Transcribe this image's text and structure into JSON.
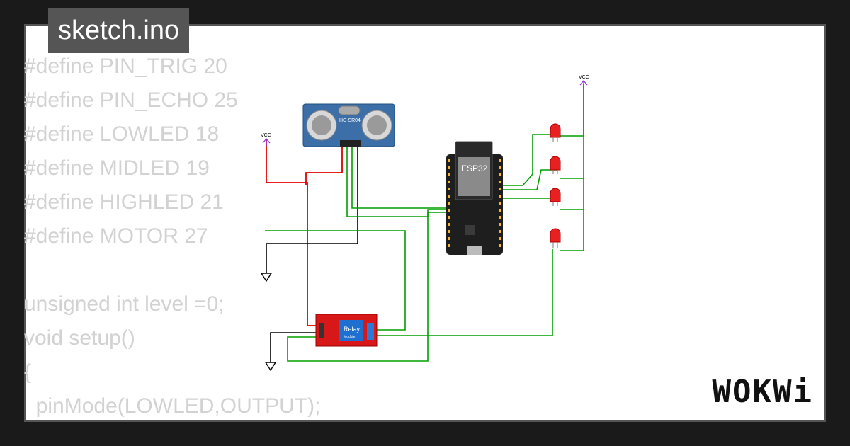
{
  "tab": {
    "filename": "sketch.ino"
  },
  "code": {
    "lines": [
      "#define PIN_TRIG 20",
      "#define PIN_ECHO 25",
      "#define LOWLED 18",
      "#define MIDLED 19",
      "#define HIGHLED 21",
      "#define MOTOR 27",
      "",
      "unsigned int level =0;",
      "void setup()",
      "{",
      "  pinMode(LOWLED,OUTPUT);"
    ]
  },
  "diagram": {
    "sensor": {
      "label": "HC-SR04"
    },
    "mcu": {
      "label": "ESP32"
    },
    "relay": {
      "label": "Relay",
      "sublabel": "Module"
    },
    "vcc_label": "VCC"
  },
  "brand": {
    "logo_text": "WOKWi"
  },
  "colors": {
    "background": "#1a1a1a",
    "code_text": "#d2d2d2",
    "wire_power": "#e00000",
    "wire_signal": "#00a000",
    "wire_ground": "#000000",
    "led": "#e82020",
    "relay_board": "#d81818",
    "board": "#1e1e1e"
  }
}
